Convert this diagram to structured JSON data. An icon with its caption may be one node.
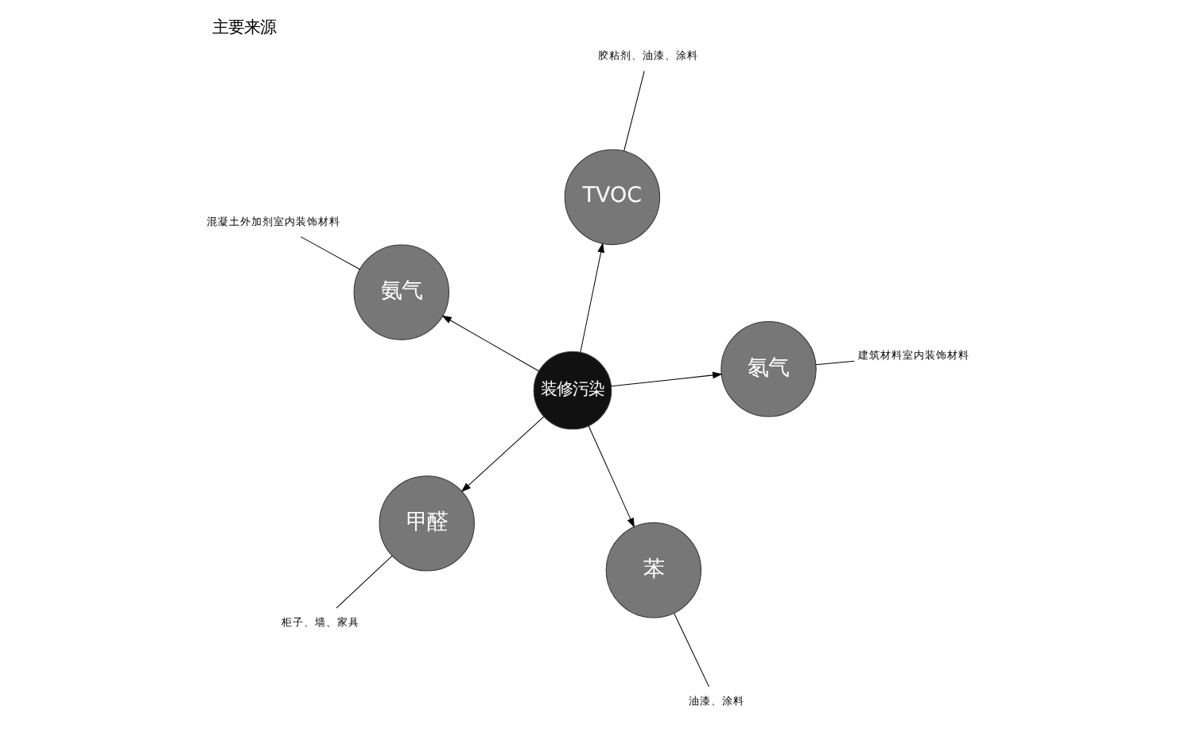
{
  "diagram": {
    "title": "主要来源",
    "nodes": [
      {
        "text": [
          "装修污染"
        ]
      },
      {
        "text": [
          "甲醛"
        ]
      },
      {
        "text": [
          "苯"
        ]
      },
      {
        "text": [
          "氨气"
        ]
      },
      {
        "text": [
          "氡气"
        ]
      },
      {
        "text": [
          "TVOC"
        ]
      },
      {
        "text": [
          "柜子、墙、家具"
        ]
      },
      {
        "text": [
          "油漆、涂料"
        ]
      },
      {
        "text": [
          "混凝土外加剂室内装饰材料"
        ]
      },
      {
        "text": [
          "建筑材料室内装饰材料"
        ]
      },
      {
        "text": [
          "胶粘剂、油漆、涂料"
        ]
      }
    ],
    "edges": [
      {
        "from": 0,
        "to": 1,
        "arrow": "to"
      },
      {
        "from": 0,
        "to": 2,
        "arrow": "to"
      },
      {
        "from": 0,
        "to": 3,
        "arrow": "to"
      },
      {
        "from": 0,
        "to": 4,
        "arrow": "to"
      },
      {
        "from": 0,
        "to": 5,
        "arrow": "to"
      },
      {
        "from": 6,
        "to": 1,
        "arrow": "none"
      },
      {
        "from": 7,
        "to": 2,
        "arrow": "none"
      },
      {
        "from": 8,
        "to": 3,
        "arrow": "none"
      },
      {
        "from": 9,
        "to": 4,
        "arrow": "none"
      },
      {
        "from": 10,
        "to": 5,
        "arrow": "none"
      }
    ]
  }
}
